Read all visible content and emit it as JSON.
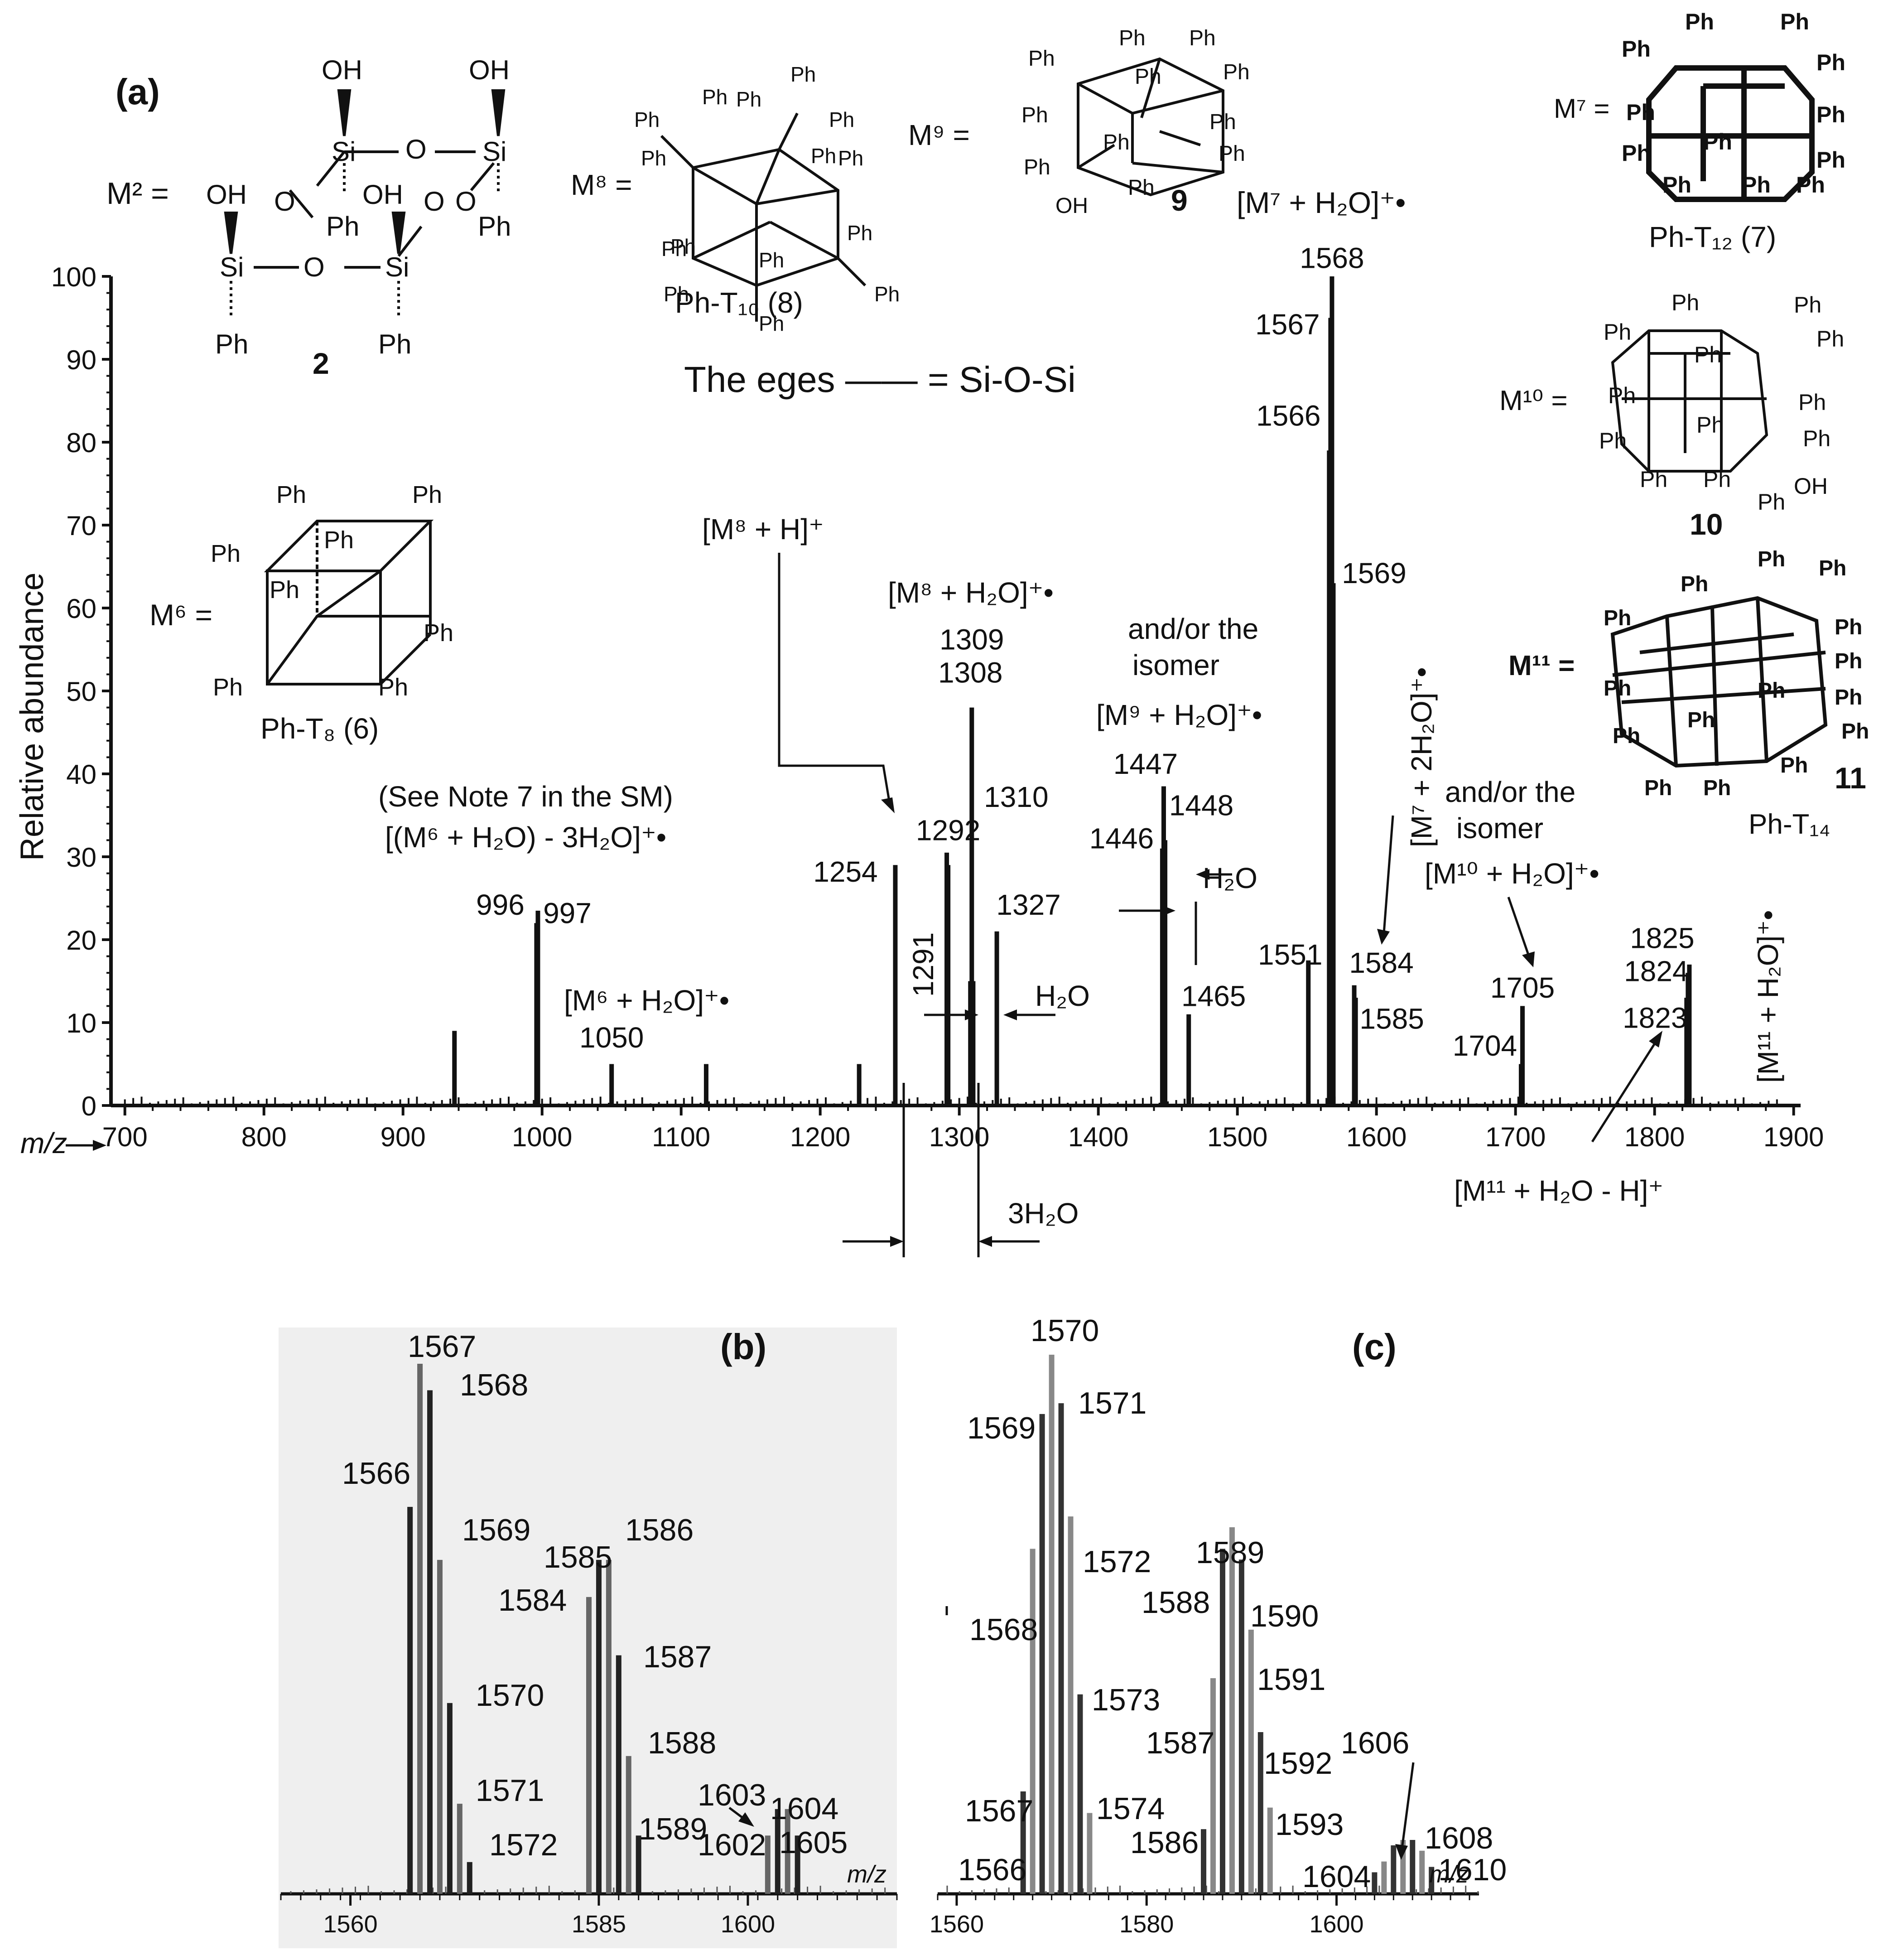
{
  "panel_labels": {
    "a": "(a)",
    "b": "(b)",
    "c": "(c)"
  },
  "chart_data": [
    {
      "type": "bar",
      "panel": "(a)",
      "ylabel": "Relative abundance",
      "xlabel": "m/z",
      "xlim": [
        690,
        1905
      ],
      "ylim": [
        0,
        100
      ],
      "xticks": [
        700,
        800,
        900,
        1000,
        1100,
        1200,
        1300,
        1400,
        1500,
        1600,
        1700,
        1800,
        1900
      ],
      "yticks": [
        0,
        10,
        20,
        30,
        40,
        50,
        60,
        70,
        80,
        90,
        100
      ],
      "peaks": [
        {
          "x": 937,
          "y": 9
        },
        {
          "x": 996,
          "y": 22
        },
        {
          "x": 997,
          "y": 23.5
        },
        {
          "x": 1050,
          "y": 5
        },
        {
          "x": 1118,
          "y": 5
        },
        {
          "x": 1228,
          "y": 5
        },
        {
          "x": 1254,
          "y": 29
        },
        {
          "x": 1291,
          "y": 30.5
        },
        {
          "x": 1292,
          "y": 29
        },
        {
          "x": 1308,
          "y": 15
        },
        {
          "x": 1309,
          "y": 48
        },
        {
          "x": 1310,
          "y": 15
        },
        {
          "x": 1327,
          "y": 21
        },
        {
          "x": 1446,
          "y": 31
        },
        {
          "x": 1447,
          "y": 38.5
        },
        {
          "x": 1448,
          "y": 32
        },
        {
          "x": 1465,
          "y": 11
        },
        {
          "x": 1551,
          "y": 17.5
        },
        {
          "x": 1566,
          "y": 79
        },
        {
          "x": 1567,
          "y": 95
        },
        {
          "x": 1568,
          "y": 100
        },
        {
          "x": 1569,
          "y": 63
        },
        {
          "x": 1584,
          "y": 14.5
        },
        {
          "x": 1585,
          "y": 13
        },
        {
          "x": 1704,
          "y": 5
        },
        {
          "x": 1705,
          "y": 12
        },
        {
          "x": 1823,
          "y": 13
        },
        {
          "x": 1824,
          "y": 16
        },
        {
          "x": 1825,
          "y": 17
        }
      ],
      "peak_labels": [
        {
          "text": "996",
          "x": 996,
          "y": 23
        },
        {
          "text": "997",
          "x": 997,
          "y": 22
        },
        {
          "text": "1050",
          "x": 1050,
          "y": 7
        },
        {
          "text": "1254",
          "x": 1254,
          "y": 27
        },
        {
          "text": "1291",
          "x": 1291,
          "y": 17
        },
        {
          "text": "1292",
          "x": 1292,
          "y": 32
        },
        {
          "text": "1308",
          "x": 1308,
          "y": 51
        },
        {
          "text": "1309",
          "x": 1309,
          "y": 55
        },
        {
          "text": "1310",
          "x": 1310,
          "y": 36
        },
        {
          "text": "1327",
          "x": 1327,
          "y": 23
        },
        {
          "text": "1446",
          "x": 1446,
          "y": 31
        },
        {
          "text": "1447",
          "x": 1447,
          "y": 40
        },
        {
          "text": "1448",
          "x": 1448,
          "y": 35
        },
        {
          "text": "1465",
          "x": 1465,
          "y": 12
        },
        {
          "text": "1551",
          "x": 1551,
          "y": 17
        },
        {
          "text": "1566",
          "x": 1566,
          "y": 82
        },
        {
          "text": "1567",
          "x": 1567,
          "y": 93
        },
        {
          "text": "1568",
          "x": 1568,
          "y": 101
        },
        {
          "text": "1569",
          "x": 1569,
          "y": 63
        },
        {
          "text": "1584",
          "x": 1584,
          "y": 16
        },
        {
          "text": "1585",
          "x": 1585,
          "y": 12
        },
        {
          "text": "1704",
          "x": 1704,
          "y": 6
        },
        {
          "text": "1705",
          "x": 1705,
          "y": 13
        },
        {
          "text": "1823",
          "x": 1823,
          "y": 11
        },
        {
          "text": "1824",
          "x": 1824,
          "y": 15
        },
        {
          "text": "1825",
          "x": 1825,
          "y": 19
        }
      ],
      "annotations": {
        "m2": "M² =",
        "m8": "M⁸ =",
        "m9": "M⁹ =",
        "m7": "M⁷ =",
        "m6": "M⁶ =",
        "m10": "M¹⁰ =",
        "m11": "M¹¹ =",
        "cmp2": "2",
        "cmp8": "Ph-T₁₀ (8)",
        "cmp9": "9",
        "cmp7": "Ph-T₁₂ (7)",
        "cmp6": "Ph-T₈ (6)",
        "cmp10": "10",
        "cmp11": "11",
        "cmp11b": "Ph-T₁₄",
        "edges": "The eges —— = Si-O-Si",
        "note7": "(See Note 7 in the SM)",
        "ion_m6_3h2o": "[(M⁶ + H₂O) - 3H₂O]⁺•",
        "ion_m6_h2o": "[M⁶ + H₂O]⁺•",
        "ion_m8_h": "[M⁸ + H]⁺",
        "ion_m8_h2o": "[M⁸ + H₂O]⁺•",
        "andor1": "and/or the",
        "isomer1": "isomer",
        "ion_m9_h2o": "[M⁹ + H₂O]⁺•",
        "ion_m7_h2o": "[M⁷ + H₂O]⁺•",
        "ion_m7_2h2o": "[M⁷ + 2H₂O]⁺•",
        "andor2": "and/or the",
        "isomer2": "isomer",
        "ion_m10_h2o": "[M¹⁰ + H₂O]⁺•",
        "ion_m11_h2o": "[M¹¹ + H₂O]⁺•",
        "ion_m11_h2o_h": "[M¹¹ + H₂O - H]⁺",
        "h2o_a": "H₂O",
        "h2o_b": "H₂O",
        "three_h2o": "3H₂O",
        "ph": "Ph",
        "oh": "OH",
        "si": "Si",
        "o": "O"
      }
    },
    {
      "type": "bar",
      "panel": "(b)",
      "xlabel": "m/z",
      "xlim": [
        1553,
        1615
      ],
      "xticks": [
        1560,
        1585,
        1600
      ],
      "peaks": [
        {
          "x": 1566,
          "y": 73
        },
        {
          "x": 1567,
          "y": 100
        },
        {
          "x": 1568,
          "y": 95
        },
        {
          "x": 1569,
          "y": 63
        },
        {
          "x": 1570,
          "y": 36
        },
        {
          "x": 1571,
          "y": 17
        },
        {
          "x": 1572,
          "y": 6
        },
        {
          "x": 1584,
          "y": 56
        },
        {
          "x": 1585,
          "y": 63
        },
        {
          "x": 1586,
          "y": 63
        },
        {
          "x": 1587,
          "y": 45
        },
        {
          "x": 1588,
          "y": 26
        },
        {
          "x": 1589,
          "y": 11
        },
        {
          "x": 1602,
          "y": 11
        },
        {
          "x": 1603,
          "y": 16
        },
        {
          "x": 1604,
          "y": 16
        },
        {
          "x": 1605,
          "y": 11
        }
      ],
      "labels": [
        "1567",
        "1568",
        "1566",
        "1569",
        "1570",
        "1571",
        "1572",
        "1585",
        "1586",
        "1584",
        "1587",
        "1588",
        "1589",
        "1603",
        "1604",
        "1602",
        "1605"
      ]
    },
    {
      "type": "bar",
      "panel": "(c)",
      "xlabel": "m/z",
      "xlim": [
        1558,
        1615
      ],
      "xticks": [
        1560,
        1580,
        1600
      ],
      "peaks": [
        {
          "x": 1567,
          "y": 19
        },
        {
          "x": 1568,
          "y": 64
        },
        {
          "x": 1569,
          "y": 89
        },
        {
          "x": 1570,
          "y": 100
        },
        {
          "x": 1571,
          "y": 91
        },
        {
          "x": 1572,
          "y": 70
        },
        {
          "x": 1573,
          "y": 37
        },
        {
          "x": 1574,
          "y": 15
        },
        {
          "x": 1586,
          "y": 12
        },
        {
          "x": 1587,
          "y": 40
        },
        {
          "x": 1588,
          "y": 64
        },
        {
          "x": 1589,
          "y": 68
        },
        {
          "x": 1590,
          "y": 62
        },
        {
          "x": 1591,
          "y": 49
        },
        {
          "x": 1592,
          "y": 30
        },
        {
          "x": 1593,
          "y": 16
        },
        {
          "x": 1604,
          "y": 4
        },
        {
          "x": 1605,
          "y": 6
        },
        {
          "x": 1606,
          "y": 9
        },
        {
          "x": 1607,
          "y": 10
        },
        {
          "x": 1608,
          "y": 10
        },
        {
          "x": 1609,
          "y": 8
        },
        {
          "x": 1610,
          "y": 5
        }
      ],
      "labels": [
        "1570",
        "1569",
        "1571",
        "1572",
        "1568",
        "1573",
        "1574",
        "1567",
        "1566",
        "1589",
        "1588",
        "1590",
        "1591",
        "1587",
        "1592",
        "1586",
        "1593",
        "1604",
        "1606",
        "1608",
        "1610"
      ]
    }
  ]
}
